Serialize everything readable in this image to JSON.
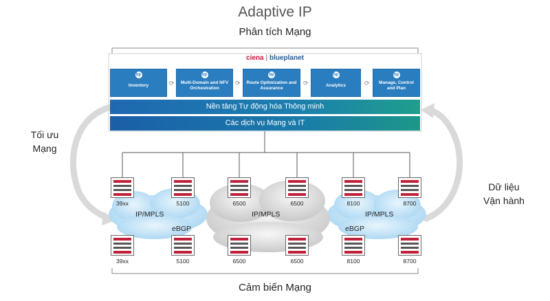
{
  "title": "Adaptive IP",
  "subtitle": "Phân tích Mạng",
  "brand": {
    "ciena": "ciena",
    "separator": "|",
    "blueplanet": "blueplanet"
  },
  "modules": [
    {
      "icon": "bp",
      "label": "Inventory"
    },
    {
      "icon": "bp",
      "label": "Multi-Domain and NFV Orchestration"
    },
    {
      "icon": "bp",
      "label": "Route Optimization and Assurance"
    },
    {
      "icon": "bp",
      "label": "Analytics"
    },
    {
      "icon": "bp",
      "label": "Manage, Control and Plan"
    }
  ],
  "bands": {
    "automation": "Nền tảng Tự động hóa Thông minh",
    "services": "Các dịch vụ Mạng và IT"
  },
  "left_label": [
    "Tối ưu",
    "Mạng"
  ],
  "right_label": [
    "Dữ liệu",
    "Vận hành"
  ],
  "bottom_label": "Cảm biến Mạng",
  "clouds": {
    "left": {
      "label": "IP/MPLS",
      "sublabel": "eBGP"
    },
    "center": {
      "label": "IP/MPLS"
    },
    "right": {
      "label": "IP/MPLS",
      "sublabel": "eBGP"
    }
  },
  "routers_top": [
    "39xx",
    "5100",
    "6500",
    "6500",
    "8100",
    "8700"
  ],
  "routers_bottom": [
    "39xx",
    "5100",
    "6500",
    "6500",
    "8100",
    "8700"
  ],
  "colors": {
    "module_blue": "#2a7dbf",
    "router_red": "#c0213a",
    "brand_red": "#d0103a"
  }
}
